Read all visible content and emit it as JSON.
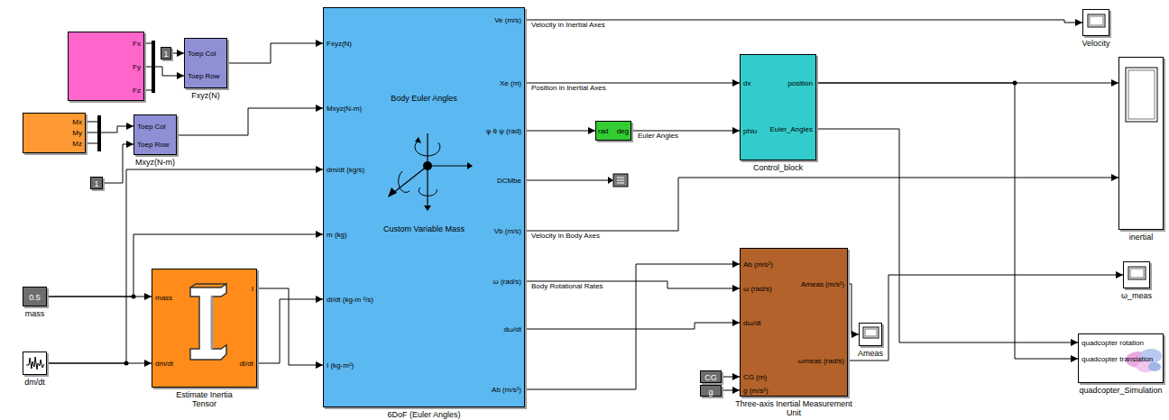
{
  "diagram": {
    "nodes": [
      {
        "text": [
          "Fx",
          "Fy",
          "Fz"
        ]
      },
      {
        "text": [
          "1"
        ]
      },
      {
        "text": [
          "Toep Col",
          "Toep Row",
          "Fxyz(N)"
        ]
      },
      {
        "text": [
          "Mx",
          "My",
          "Mz"
        ]
      },
      {
        "text": [
          "1"
        ]
      },
      {
        "text": [
          "Toep Col",
          "Toep Row",
          "Mxyz(N-m)"
        ]
      },
      {
        "text": [
          "0.5",
          "mass"
        ]
      },
      {
        "text": [
          "dm/dt"
        ]
      },
      {
        "text": [
          "mass",
          "dm/dt",
          "I",
          "dI/dt",
          "Estimate Inertia Tensor"
        ]
      },
      {
        "text": [
          "Fxyz(N)",
          "Mxyz(N-m)",
          "dm/dt (kg/s)",
          "m (kg)",
          "dI/dt (kg-m ²/s)",
          "I (kg-m²)",
          "Body Euler Angles",
          "Custom Variable Mass",
          "Ve (m/s)",
          "Xe (m)",
          "φ θ ψ (rad)",
          "DCMbe",
          "Vb (m/s)",
          "ω (rad/s)",
          "dω/dt",
          "Ab (m/s²)",
          "6DoF (Euler Angles)"
        ]
      },
      {
        "text": [
          "rad",
          "deg"
        ]
      },
      {
        "text": [
          "dx",
          "phiu",
          "position",
          "Euler_Angles",
          "Control_block"
        ]
      },
      {
        "text": [
          "Velocity"
        ]
      },
      {
        "text": [
          "inertial"
        ]
      },
      {
        "text": [
          "CG"
        ]
      },
      {
        "text": [
          "g"
        ]
      },
      {
        "text": [
          "Ab (m/s²)",
          "ω (rad/s)",
          "dω/dt",
          "CG (m)",
          "g (m/s²)",
          "Ameas (m/s²)",
          "ωmeas (rad/s)",
          "Three-axis Inertial Measurement Unit"
        ]
      },
      {
        "text": [
          "Ameas"
        ]
      },
      {
        "text": [
          "ω_meas"
        ]
      },
      {
        "text": [
          "quadcopter rotation",
          "quadcopter translation",
          "quadcopter_Simulation"
        ]
      }
    ],
    "edges": [
      {
        "from": 0,
        "to": 2,
        "arrow": "to"
      },
      {
        "from": 1,
        "to": 2,
        "arrow": "to"
      },
      {
        "from": 2,
        "to": 9,
        "arrow": "to"
      },
      {
        "from": 3,
        "to": 5,
        "arrow": "to"
      },
      {
        "from": 4,
        "to": 5,
        "arrow": "to"
      },
      {
        "from": 5,
        "to": 9,
        "arrow": "to"
      },
      {
        "from": 6,
        "to": 8,
        "arrow": "to"
      },
      {
        "from": 6,
        "to": 9,
        "arrow": "to"
      },
      {
        "from": 7,
        "to": 8,
        "arrow": "to"
      },
      {
        "from": 7,
        "to": 9,
        "arrow": "to"
      },
      {
        "from": 8,
        "to": 9,
        "arrow": "to"
      },
      {
        "from": 8,
        "to": 9,
        "arrow": "to"
      },
      {
        "from": 9,
        "to": 12,
        "label": "Velocity in Inertial Axes",
        "arrow": "to"
      },
      {
        "from": 9,
        "to": 11,
        "label": "Position in Inertial Axes",
        "arrow": "to"
      },
      {
        "from": 9,
        "to": 10,
        "arrow": "to"
      },
      {
        "from": 10,
        "to": 11,
        "label": "Euler Angles",
        "arrow": "to"
      },
      {
        "from": 9,
        "to": 13,
        "label": "Velocity in Body Axes",
        "arrow": "to"
      },
      {
        "from": 9,
        "to": 16,
        "label": "Body Rotational Rates",
        "arrow": "to"
      },
      {
        "from": 9,
        "to": 16,
        "arrow": "to"
      },
      {
        "from": 9,
        "to": 16,
        "arrow": "to"
      },
      {
        "from": 14,
        "to": 16,
        "arrow": "to"
      },
      {
        "from": 15,
        "to": 16,
        "arrow": "to"
      },
      {
        "from": 16,
        "to": 17,
        "arrow": "to"
      },
      {
        "from": 16,
        "to": 18,
        "arrow": "to"
      },
      {
        "from": 11,
        "to": 13,
        "arrow": "to"
      },
      {
        "from": 11,
        "to": 19,
        "arrow": "to"
      },
      {
        "from": 11,
        "to": 19,
        "arrow": "to"
      }
    ]
  }
}
